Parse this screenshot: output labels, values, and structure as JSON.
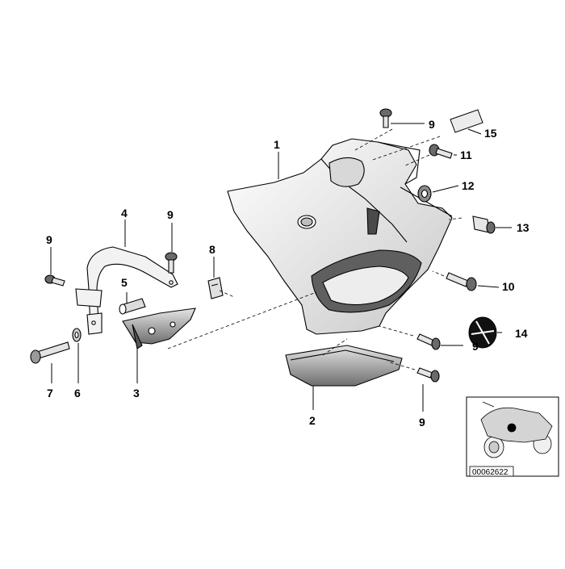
{
  "diagram": {
    "callouts": [
      "1",
      "2",
      "3",
      "4",
      "5",
      "6",
      "7",
      "8",
      "9",
      "10",
      "11",
      "12",
      "13",
      "14",
      "15"
    ],
    "callout_9": "9",
    "reference_number": "00062622"
  }
}
